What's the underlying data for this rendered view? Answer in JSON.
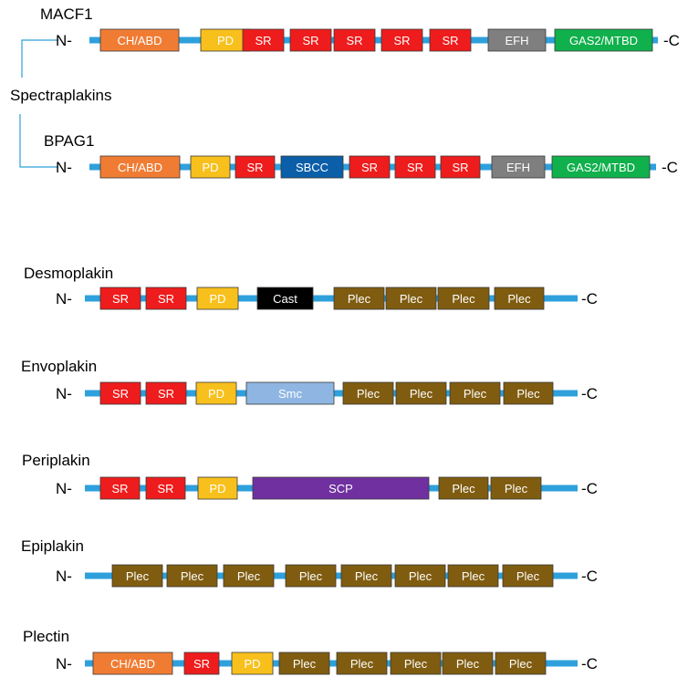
{
  "group_label": "Spectraplakins",
  "n_terminal": "N-",
  "c_terminal": "-C",
  "domain_colors": {
    "CH/ABD": "#f07c34",
    "PD": "#f8c01c",
    "SR": "#ee1c1c",
    "SBCC": "#0b5ea8",
    "EFH": "#7f7f7f",
    "GAS2/MTBD": "#10b04c",
    "Cast": "#000000",
    "Plec": "#7f5c10",
    "Smc": "#8fb6e2",
    "SCP": "#7030a0"
  },
  "backbone_color": "#2ea0dc",
  "proteins": [
    {
      "name": "MACF1",
      "domains": [
        "CH/ABD",
        "PD",
        "SR",
        "SR",
        "SR",
        "SR",
        "SR",
        "EFH",
        "GAS2/MTBD"
      ]
    },
    {
      "name": "BPAG1",
      "domains": [
        "CH/ABD",
        "PD",
        "SR",
        "SBCC",
        "SR",
        "SR",
        "SR",
        "EFH",
        "GAS2/MTBD"
      ]
    },
    {
      "name": "Desmoplakin",
      "domains": [
        "SR",
        "SR",
        "PD",
        "Cast",
        "Plec",
        "Plec",
        "Plec",
        "Plec"
      ]
    },
    {
      "name": "Envoplakin",
      "domains": [
        "SR",
        "SR",
        "PD",
        "Smc",
        "Plec",
        "Plec",
        "Plec",
        "Plec"
      ]
    },
    {
      "name": "Periplakin",
      "domains": [
        "SR",
        "SR",
        "PD",
        "SCP",
        "Plec",
        "Plec"
      ]
    },
    {
      "name": "Epiplakin",
      "domains": [
        "Plec",
        "Plec",
        "Plec",
        "Plec",
        "Plec",
        "Plec",
        "Plec",
        "Plec"
      ]
    },
    {
      "name": "Plectin",
      "domains": [
        "CH/ABD",
        "SR",
        "PD",
        "Plec",
        "Plec",
        "Plec",
        "Plec",
        "Plec"
      ]
    }
  ]
}
